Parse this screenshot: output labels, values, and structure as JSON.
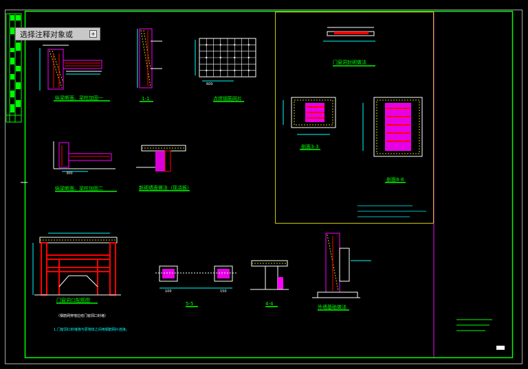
{
  "command_prompt": {
    "text": "选择注释对象或",
    "button_icon": "plus-icon"
  },
  "colors": {
    "background": "#000000",
    "frame": "#00ff00",
    "dim": "#00ffff",
    "section": "#ff00ff",
    "rebar": "#ff0000",
    "hatch": "#cccc00"
  },
  "drawings": {
    "section_1_1": "1-1",
    "section_5_5": "5-5",
    "section_4_4": "4-4",
    "dim_a": "300",
    "dim_b": "600",
    "dim_c": "150",
    "dim_d": "100"
  }
}
